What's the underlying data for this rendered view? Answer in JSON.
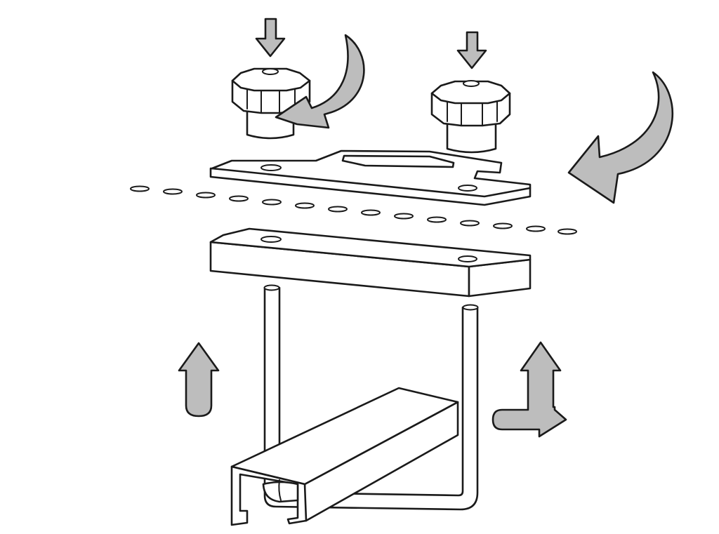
{
  "diagram": {
    "colors": {
      "line": "#1a1a1a",
      "arrow_fill": "#bdbdbd",
      "part_fill": "#ffffff",
      "background": "#ffffff"
    },
    "icons": [
      "arrow-down-icon",
      "curved-arrow-icon",
      "arrow-up-icon",
      "bent-arrow-icon"
    ],
    "parts": [
      "knob",
      "knob",
      "top-plate",
      "spacer-block",
      "u-bolt",
      "rail"
    ]
  }
}
